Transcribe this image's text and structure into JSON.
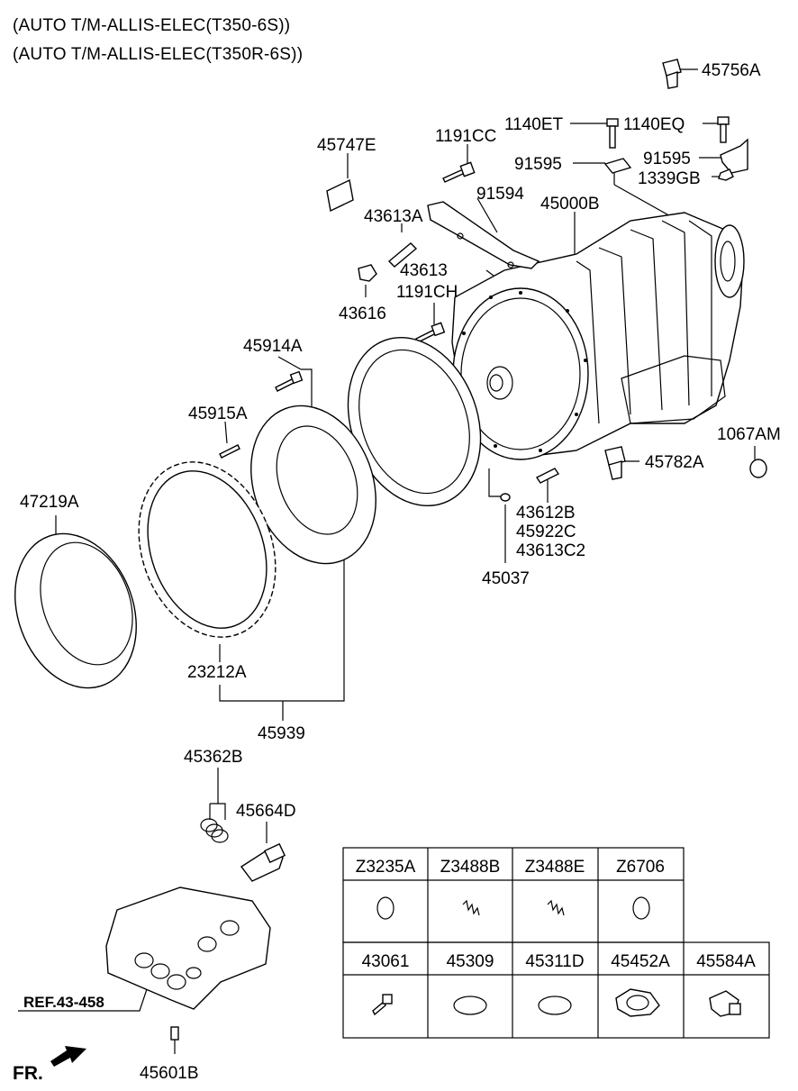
{
  "header": {
    "line1": "(AUTO T/M-ALLIS-ELEC(T350-6S))",
    "line2": "(AUTO T/M-ALLIS-ELEC(T350R-6S))"
  },
  "callouts": {
    "p45756A": "45756A",
    "p1140ET": "1140ET",
    "p1140EQ": "1140EQ",
    "p1191CC": "1191CC",
    "p45747E": "45747E",
    "p91595a": "91595",
    "p91595b": "91595",
    "p1339GB": "1339GB",
    "p91594": "91594",
    "p45000B": "45000B",
    "p43613A": "43613A",
    "p43613": "43613",
    "p1191CH": "1191CH",
    "p43616": "43616",
    "p45914A": "45914A",
    "p45915A": "45915A",
    "p47219A": "47219A",
    "p1067AM": "1067AM",
    "p45782A": "45782A",
    "p43612B": "43612B",
    "p45922C": "45922C",
    "p43613C2": "43613C2",
    "p45037": "45037",
    "p23212A": "23212A",
    "p45939": "45939",
    "p45362B": "45362B",
    "p45664D": "45664D",
    "p45601B": "45601B"
  },
  "ref_label": "REF.43-458",
  "fr_label": "FR.",
  "parts_table": {
    "row1": [
      "Z3235A",
      "Z3488B",
      "Z3488E",
      "Z6706"
    ],
    "row2": [
      "43061",
      "45309",
      "45311D",
      "45452A",
      "45584A"
    ]
  }
}
